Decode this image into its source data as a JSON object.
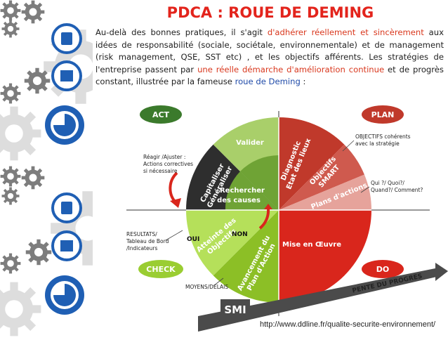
{
  "title": "PDCA : ROUE DE DEMING",
  "intro": {
    "p1": "Au-delà des bonnes pratiques, il s'agit ",
    "hl1": "d'adhérer réellement et sincèrement",
    "p2": " aux idées de responsabilité (sociale, sociétale, environnementale) et de management (risk management, QSE, SST etc) , et les objectifs afférents. Les stratégies de l'entreprise passent par ",
    "hl2": "une réelle démarche d'amélioration continue",
    "p3": " et de progrès constant, illustrée par la fameuse ",
    "link": "roue de Deming",
    "p4": " :"
  },
  "diagram": {
    "quadrants": {
      "act": "ACT",
      "plan": "PLAN",
      "check": "CHECK",
      "do": "DO"
    },
    "segments": {
      "valider": "Valider",
      "capitaliser_1": "Capitaliser",
      "capitaliser_2": "Généraliser",
      "rechercher_1": "Rechercher",
      "rechercher_2": "des causes",
      "diagnostic_1": "Diagnostic",
      "diagnostic_2": "Etat des lieux",
      "objectifs_1": "Objectifs",
      "objectifs_2": "SMART",
      "plans": "Plans d'actions",
      "mise": "Mise en Œuvre",
      "atteinte_1": "Atteinte des",
      "atteinte_2": "Objectifs",
      "avancement_1": "Avancement du",
      "avancement_2": "Plan d'Action"
    },
    "notes": {
      "reagir_1": "Réagir /Ajuster :",
      "reagir_2": "Actions correctives",
      "reagir_3": "si nécessaire",
      "objectifs_1": "OBJECTIFS cohérents",
      "objectifs_2": "avec la stratégie",
      "qui_1": "Qui ?/ Quoi?/",
      "qui_2": "Quand?/ Comment?",
      "resultats_1": "RESULTATS/",
      "resultats_2": "Tableau de Bord",
      "resultats_3": "/Indicateurs",
      "moyens": "MOYENS/DELAIS",
      "oui": "OUI",
      "non": "NON"
    },
    "smi": "SMI",
    "pente": "PENTE DU PROGRES"
  },
  "url": "http://www.ddline.fr/qualite-securite-environnement/",
  "colors": {
    "title_red": "#e3241c",
    "act_green": "#3b7a2c",
    "plan_red": "#c0392b",
    "check_green": "#9acd32",
    "do_red": "#d9261c",
    "sidebar_icon_blue": "#1f5fb4",
    "gear_gray": "#8a8a8a"
  }
}
